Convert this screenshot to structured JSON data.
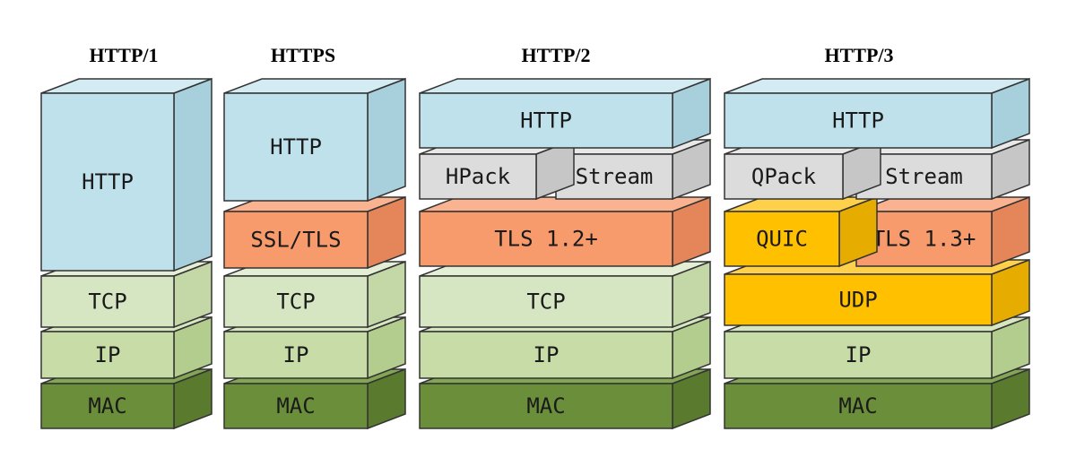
{
  "palette": {
    "http": {
      "front": "#bfe1eb",
      "top": "#d3ebf2",
      "side": "#a7cfdc"
    },
    "tls": {
      "front": "#f79a6c",
      "top": "#fab391",
      "side": "#e5855a"
    },
    "transport": {
      "front": "#d7e6c2",
      "top": "#e4eed5",
      "side": "#c3d7a7"
    },
    "ip": {
      "front": "#c7dca7",
      "top": "#d6e6bf",
      "side": "#b3cd8e"
    },
    "mac": {
      "front": "#6b8e3a",
      "top": "#82a653",
      "side": "#5a7a2d"
    },
    "codec": {
      "front": "#dcdcdc",
      "top": "#e8e8e8",
      "side": "#c6c6c6"
    },
    "quic": {
      "front": "#ffc000",
      "top": "#ffd04a",
      "side": "#e6ac00"
    }
  },
  "stacks": [
    {
      "title": "HTTP/1",
      "layers": [
        {
          "id": "http1-http",
          "label": "HTTP",
          "color": "http"
        },
        {
          "id": "http1-tcp",
          "label": "TCP",
          "color": "transport"
        },
        {
          "id": "http1-ip",
          "label": "IP",
          "color": "ip"
        },
        {
          "id": "http1-mac",
          "label": "MAC",
          "color": "mac"
        }
      ]
    },
    {
      "title": "HTTPS",
      "layers": [
        {
          "id": "https-http",
          "label": "HTTP",
          "color": "http"
        },
        {
          "id": "https-ssl",
          "label": "SSL/TLS",
          "color": "tls"
        },
        {
          "id": "https-tcp",
          "label": "TCP",
          "color": "transport"
        },
        {
          "id": "https-ip",
          "label": "IP",
          "color": "ip"
        },
        {
          "id": "https-mac",
          "label": "MAC",
          "color": "mac"
        }
      ]
    },
    {
      "title": "HTTP/2",
      "layers": [
        {
          "id": "http2-http",
          "label": "HTTP",
          "color": "http"
        },
        {
          "id": "http2-hpack",
          "label": "HPack",
          "color": "codec"
        },
        {
          "id": "http2-stream",
          "label": "Stream",
          "color": "codec"
        },
        {
          "id": "http2-tls",
          "label": "TLS 1.2+",
          "color": "tls"
        },
        {
          "id": "http2-tcp",
          "label": "TCP",
          "color": "transport"
        },
        {
          "id": "http2-ip",
          "label": "IP",
          "color": "ip"
        },
        {
          "id": "http2-mac",
          "label": "MAC",
          "color": "mac"
        }
      ]
    },
    {
      "title": "HTTP/3",
      "layers": [
        {
          "id": "http3-http",
          "label": "HTTP",
          "color": "http"
        },
        {
          "id": "http3-qpack",
          "label": "QPack",
          "color": "codec"
        },
        {
          "id": "http3-stream",
          "label": "Stream",
          "color": "codec"
        },
        {
          "id": "http3-quic",
          "label": "QUIC",
          "color": "quic"
        },
        {
          "id": "http3-tls",
          "label": "TLS 1.3+",
          "color": "tls"
        },
        {
          "id": "http3-udp",
          "label": "UDP",
          "color": "quic"
        },
        {
          "id": "http3-ip",
          "label": "IP",
          "color": "ip"
        },
        {
          "id": "http3-mac",
          "label": "MAC",
          "color": "mac"
        }
      ]
    }
  ]
}
